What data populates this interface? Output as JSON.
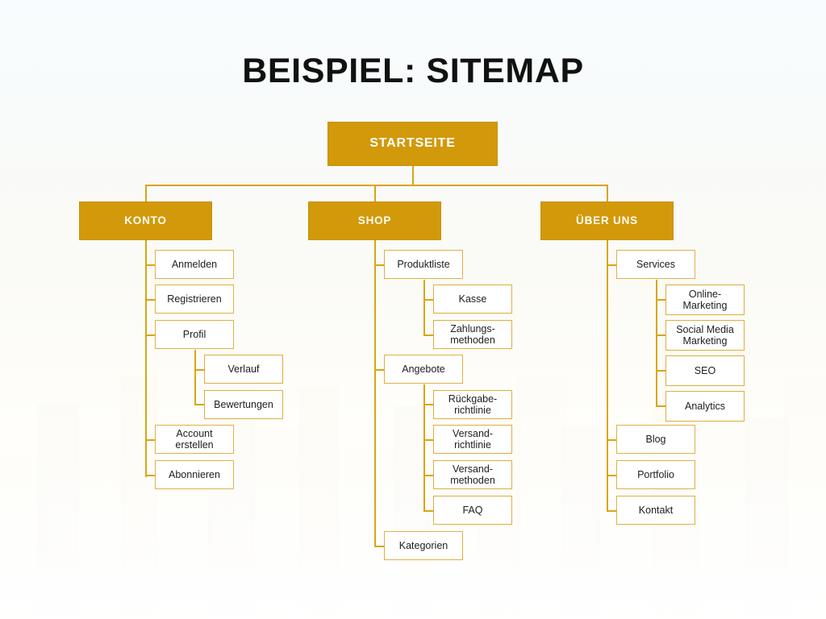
{
  "page": {
    "title": "BEISPIEL: SITEMAP",
    "language": "de",
    "colors": {
      "accent": "#d2990a",
      "box_border": "#e0b64a",
      "connector": "#d9a514",
      "title_text": "#111111",
      "box_text_light": "#ffffff",
      "leaf_text": "#1d1d1d",
      "background": "#f5f9fb"
    }
  },
  "sitemap": {
    "root": {
      "label": "STARTSEITE"
    },
    "branches": [
      {
        "label": "KONTO",
        "children": [
          {
            "label": "Anmelden",
            "children": []
          },
          {
            "label": "Registrieren",
            "children": []
          },
          {
            "label": "Profil",
            "children": [
              {
                "label": "Verlauf"
              },
              {
                "label": "Bewertungen"
              }
            ]
          },
          {
            "label": "Account erstellen",
            "children": []
          },
          {
            "label": "Abonnieren",
            "children": []
          }
        ]
      },
      {
        "label": "SHOP",
        "children": [
          {
            "label": "Produktliste",
            "children": [
              {
                "label": "Kasse"
              },
              {
                "label": "Zahlungs- methoden"
              }
            ]
          },
          {
            "label": "Angebote",
            "children": [
              {
                "label": "Rückgabe- richtlinie"
              },
              {
                "label": "Versand- richtlinie"
              },
              {
                "label": "Versand- methoden"
              },
              {
                "label": "FAQ"
              }
            ]
          },
          {
            "label": "Kategorien",
            "children": []
          }
        ]
      },
      {
        "label": "ÜBER UNS",
        "children": [
          {
            "label": "Services",
            "children": [
              {
                "label": "Online- Marketing"
              },
              {
                "label": "Social Media Marketing"
              },
              {
                "label": "SEO"
              },
              {
                "label": "Analytics"
              }
            ]
          },
          {
            "label": "Blog",
            "children": []
          },
          {
            "label": "Portfolio",
            "children": []
          },
          {
            "label": "Kontakt",
            "children": []
          }
        ]
      }
    ]
  },
  "nodes": {
    "startseite": "STARTSEITE",
    "konto": "KONTO",
    "shop": "SHOP",
    "ueber_uns": "ÜBER UNS",
    "anmelden": "Anmelden",
    "registrieren": "Registrieren",
    "profil": "Profil",
    "verlauf": "Verlauf",
    "bewertungen": "Bewertungen",
    "account_erstellen_1": "Account",
    "account_erstellen_2": "erstellen",
    "abonnieren": "Abonnieren",
    "produktliste": "Produktliste",
    "kasse": "Kasse",
    "zahlungsmethoden_1": "Zahlungs-",
    "zahlungsmethoden_2": "methoden",
    "angebote": "Angebote",
    "rueckgaberichtlinie_1": "Rückgabe-",
    "rueckgaberichtlinie_2": "richtlinie",
    "versandrichtlinie_1": "Versand-",
    "versandrichtlinie_2": "richtlinie",
    "versandmethoden_1": "Versand-",
    "versandmethoden_2": "methoden",
    "faq": "FAQ",
    "kategorien": "Kategorien",
    "services": "Services",
    "online_marketing_1": "Online-",
    "online_marketing_2": "Marketing",
    "social_media_marketing_1": "Social Media",
    "social_media_marketing_2": "Marketing",
    "seo": "SEO",
    "analytics": "Analytics",
    "blog": "Blog",
    "portfolio": "Portfolio",
    "kontakt": "Kontakt"
  }
}
